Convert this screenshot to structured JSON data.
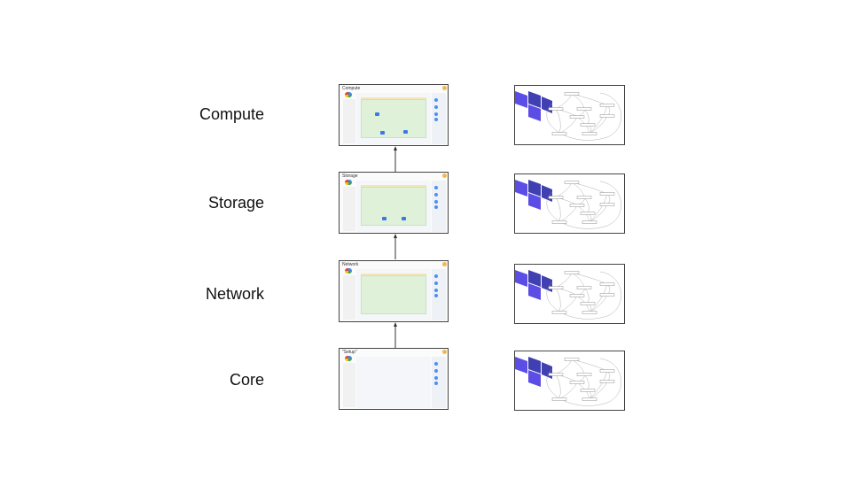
{
  "rows": [
    {
      "label": "Compute",
      "thumb_title": "Compute"
    },
    {
      "label": "Storage",
      "thumb_title": "Storage"
    },
    {
      "label": "Network",
      "thumb_title": "Network"
    },
    {
      "label": "Core",
      "thumb_title": "\"Setup\""
    }
  ],
  "colors": {
    "terraform": "#5c4ee5",
    "terraform_dark": "#4040b2",
    "zone_fill": "#dff1d9"
  },
  "icons": [
    "google-cloud-icon",
    "terraform-logo-icon"
  ]
}
